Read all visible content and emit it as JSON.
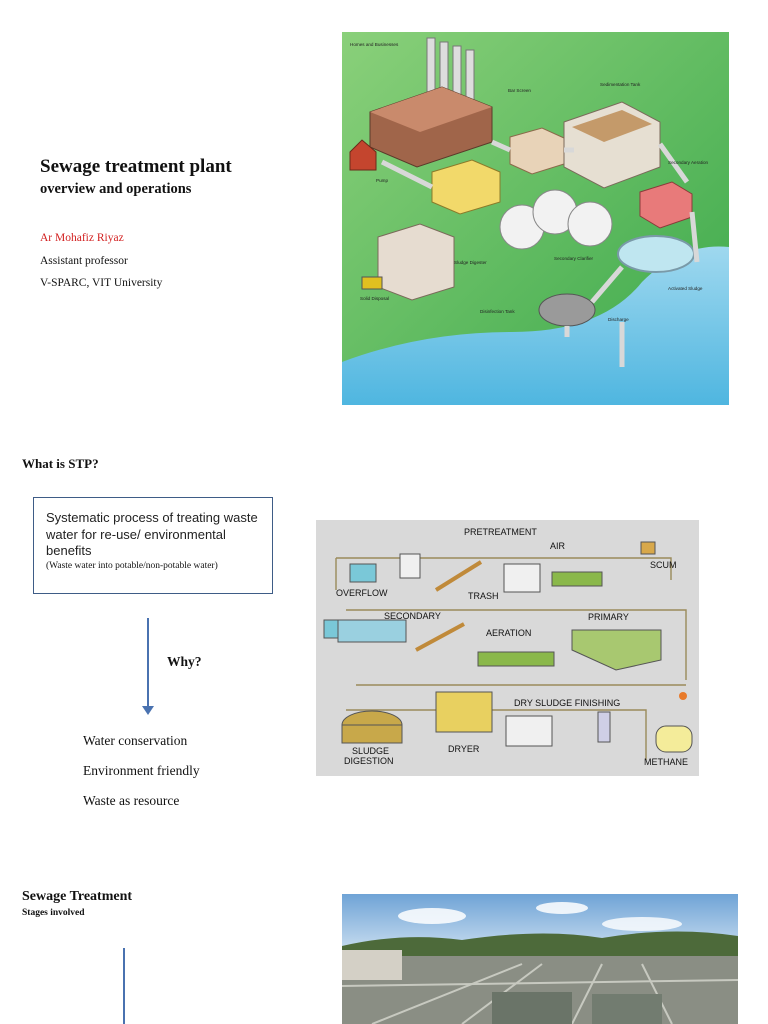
{
  "slide1": {
    "title": "Sewage treatment plant",
    "subtitle": "overview and operations",
    "author": "Ar Mohafiz Riyaz",
    "role": "Assistant professor",
    "org": "V-SPARC, VIT University",
    "diagram_labels": {
      "homes": "Homes and Businesses",
      "bar_screen": "Bar Screen",
      "sedimentation": "Sedimentation Tank",
      "pump": "Pump",
      "secondary_aeration": "Secondary Aeration",
      "sludge_digester": "Sludge Digester",
      "secondary_clarifier": "Secondary Clarifier",
      "solid_disposal": "Solid Disposal",
      "disinfection": "Disinfection Tank",
      "activated_sludge": "Activated Sludge",
      "discharge": "Discharge"
    }
  },
  "slide2": {
    "heading": "What is STP?",
    "definition": "Systematic process of treating waste water for re-use/ environmental benefits",
    "note": "(Waste water into potable/non-potable water)",
    "why": "Why?",
    "reasons": [
      "Water conservation",
      "Environment friendly",
      "Waste as resource"
    ],
    "diagram_labels": {
      "pretreatment": "PRETREATMENT",
      "air": "AIR",
      "scum": "SCUM",
      "overflow": "OVERFLOW",
      "trash": "TRASH",
      "secondary": "SECONDARY",
      "primary": "PRIMARY",
      "aeration": "AERATION",
      "dry_sludge": "DRY SLUDGE FINISHING",
      "sludge_digestion_1": "SLUDGE",
      "sludge_digestion_2": "DIGESTION",
      "dryer": "DRYER",
      "methane": "METHANE"
    }
  },
  "slide3": {
    "heading": "Sewage Treatment",
    "subheading": "Stages involved"
  }
}
